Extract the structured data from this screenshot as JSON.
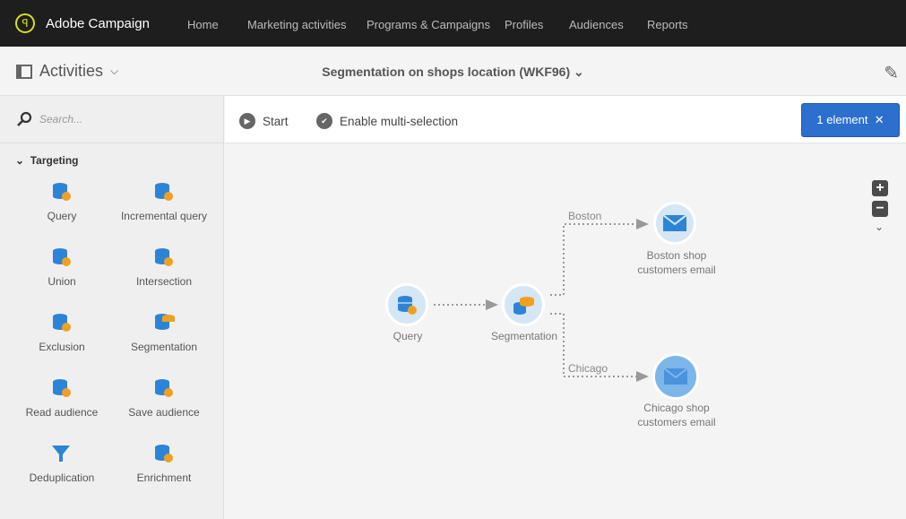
{
  "topbar": {
    "brand": "Adobe Campaign",
    "nav": [
      "Home",
      "Marketing activities",
      "Programs & Campaigns",
      "Profiles",
      "Audiences",
      "Reports"
    ]
  },
  "subheader": {
    "panel": "Activities",
    "workflow_title": "Segmentation on shops location (WKF96)"
  },
  "sidebar": {
    "search_placeholder": "Search...",
    "section": "Targeting",
    "items": [
      "Query",
      "Incremental query",
      "Union",
      "Intersection",
      "Exclusion",
      "Segmentation",
      "Read audience",
      "Save audience",
      "Deduplication",
      "Enrichment"
    ]
  },
  "toolbar": {
    "start": "Start",
    "multi": "Enable multi-selection",
    "selection": "1 element"
  },
  "canvas": {
    "nodes": {
      "query": "Query",
      "segmentation": "Segmentation",
      "boston_email": "Boston shop customers email",
      "chicago_email": "Chicago shop customers email"
    },
    "transitions": {
      "boston": "Boston",
      "chicago": "Chicago"
    }
  },
  "colors": {
    "accent": "#2d6fcd",
    "node_bg": "#d5e6f5",
    "node_selected": "#7eb6ea",
    "icon_blue": "#2d84d6",
    "icon_orange": "#f0a020"
  }
}
